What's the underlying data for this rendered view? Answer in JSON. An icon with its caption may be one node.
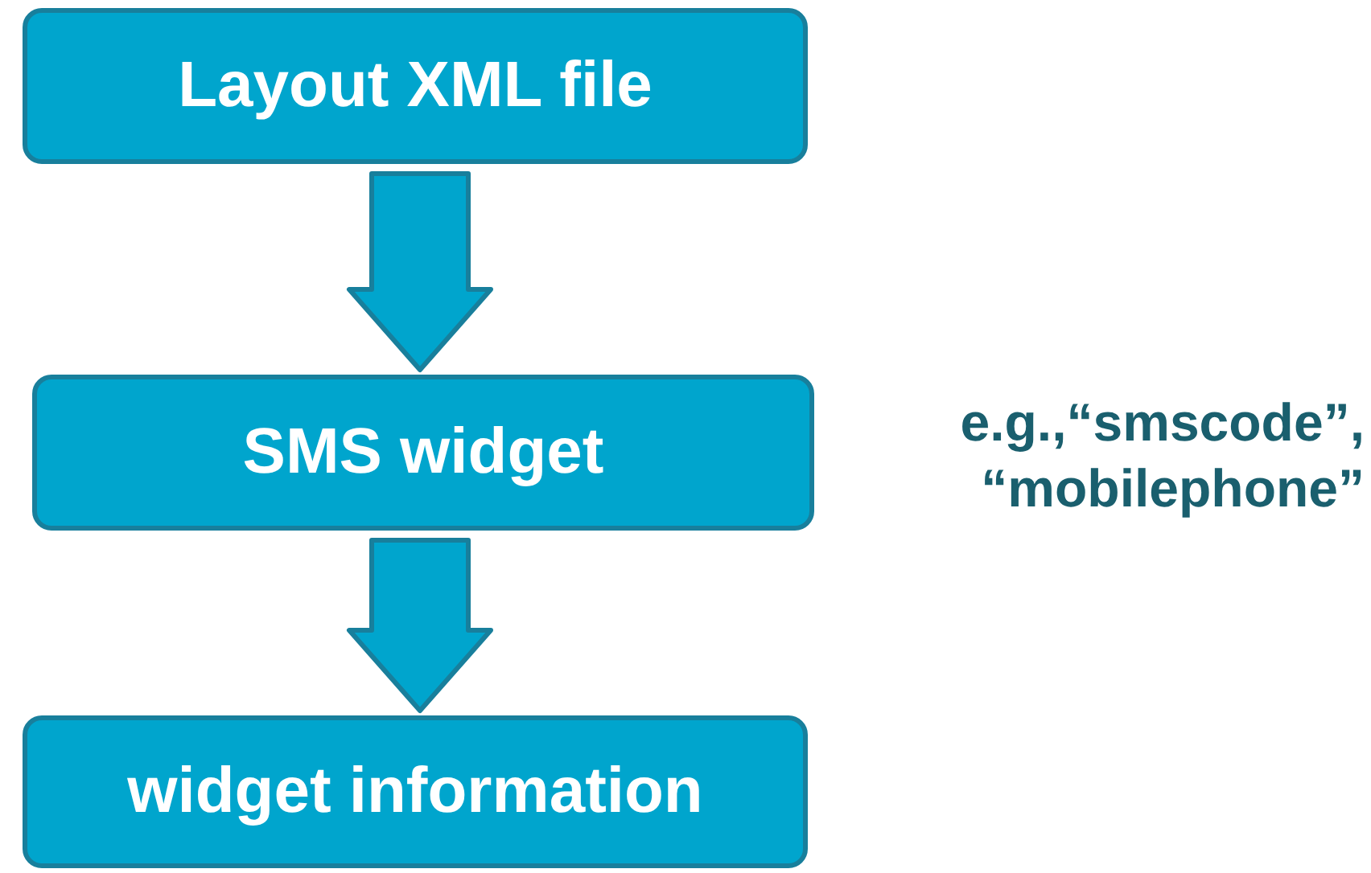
{
  "diagram": {
    "nodes": [
      {
        "text": [
          "Layout XML file"
        ]
      },
      {
        "text": [
          "SMS widget"
        ],
        "beside": [
          "e.g.,“smscode”, “mobilephone”"
        ]
      },
      {
        "text": [
          "widget information"
        ]
      }
    ],
    "edges": [
      {
        "from": 0,
        "to": 1,
        "arrow": "to"
      },
      {
        "from": 1,
        "to": 2,
        "arrow": "to"
      }
    ]
  }
}
